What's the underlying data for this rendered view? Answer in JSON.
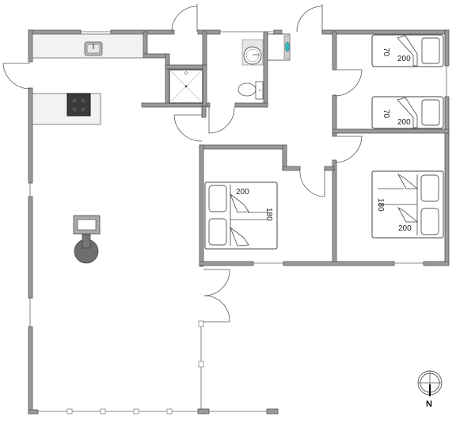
{
  "plan": {
    "type": "floor-plan",
    "colors": {
      "wall": "#9a9a9a",
      "wall_outline": "#555555",
      "counter": "#f2f2f2",
      "stove": "#3a3a3a",
      "stove_fixture": "#6e6e6e",
      "washer_accent": "#3fb8c4"
    },
    "rooms": [
      {
        "name": "living-kitchen",
        "label": ""
      },
      {
        "name": "bathroom",
        "label": ""
      },
      {
        "name": "hallway",
        "label": ""
      },
      {
        "name": "bedroom-single-beds",
        "label": ""
      },
      {
        "name": "bedroom-double-bed-west",
        "label": ""
      },
      {
        "name": "bedroom-double-bed-east",
        "label": ""
      }
    ],
    "beds": [
      {
        "id": "single-bed-top",
        "width_label": "70",
        "length_label": "200"
      },
      {
        "id": "single-bed-bottom",
        "width_label": "70",
        "length_label": "200"
      },
      {
        "id": "double-bed-west",
        "width_label": "180",
        "length_label": "200"
      },
      {
        "id": "double-bed-east",
        "width_label": "180",
        "length_label": "200"
      }
    ],
    "fixtures": [
      "kitchen-sink",
      "stove",
      "shower",
      "washbasin",
      "toilet",
      "washing-machine",
      "wood-stove"
    ],
    "compass": {
      "label": "N"
    }
  }
}
